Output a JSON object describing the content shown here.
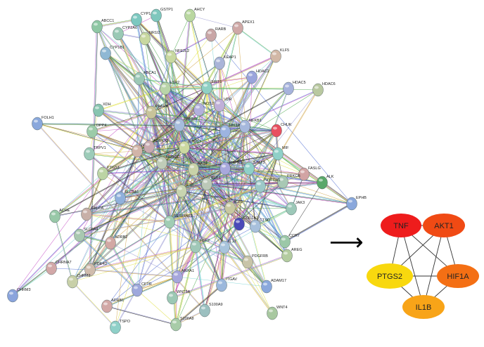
{
  "network": {
    "nodes": [
      {
        "id": "ABCC1",
        "color": "#8fc7a4"
      },
      {
        "id": "CYP1A1",
        "color": "#7cc8c0"
      },
      {
        "id": "GSTP1",
        "color": "#7fc7bd"
      },
      {
        "id": "AHCY",
        "color": "#b9d7a0"
      },
      {
        "id": "CYP2A6",
        "color": "#9ac9b5"
      },
      {
        "id": "NR1I2",
        "color": "#c8d8a0"
      },
      {
        "id": "RARB",
        "color": "#c9a6a6"
      },
      {
        "id": "APEX1",
        "color": "#cfa8a6"
      },
      {
        "id": "KLF5",
        "color": "#d2b8a6"
      },
      {
        "id": "CYP1B1",
        "color": "#8fb8d4"
      },
      {
        "id": "NFE2L2",
        "color": "#c8d8a0"
      },
      {
        "id": "KEAP1",
        "color": "#a9b4d8"
      },
      {
        "id": "ABCA1",
        "color": "#9cc8b6"
      },
      {
        "id": "ESR2",
        "color": "#b9d4a8"
      },
      {
        "id": "HDAC2",
        "color": "#9aa4dc"
      },
      {
        "id": "HDAC6",
        "color": "#b9c8a0"
      },
      {
        "id": "SIRT1",
        "color": "#8fd0c4"
      },
      {
        "id": "HDAC5",
        "color": "#a6b2dc"
      },
      {
        "id": "XDH",
        "color": "#88c4b0"
      },
      {
        "id": "PPARA",
        "color": "#c8c49a"
      },
      {
        "id": "NOS2",
        "color": "#b2b0dc"
      },
      {
        "id": "VDR",
        "color": "#c0b0d8"
      },
      {
        "id": "FOLH1",
        "color": "#8aa8dc"
      },
      {
        "id": "DPP4",
        "color": "#9ccba8"
      },
      {
        "id": "PPARG",
        "color": "#a6bcdc"
      },
      {
        "id": "HIF1A",
        "color": "#9db4e0"
      },
      {
        "id": "NFKB1",
        "color": "#a6b8dc"
      },
      {
        "id": "CHUK",
        "color": "#e85060"
      },
      {
        "id": "TRPV1",
        "color": "#9ccbb8"
      },
      {
        "id": "NOS3",
        "color": "#d2b4a8"
      },
      {
        "id": "ADIPOQ",
        "color": "#c8aab0"
      },
      {
        "id": "PTGS2",
        "color": "#cbd8a0"
      },
      {
        "id": "MIF",
        "color": "#8fd0c8"
      },
      {
        "id": "NR3C1",
        "color": "#c0ccb8"
      },
      {
        "id": "AKT1",
        "color": "#c8d2a8"
      },
      {
        "id": "MAPK1",
        "color": "#a8a8dc"
      },
      {
        "id": "STAT3",
        "color": "#8fd0c8"
      },
      {
        "id": "FASLG",
        "color": "#d2a4a4"
      },
      {
        "id": "PRKCB",
        "color": "#a8c8b4"
      },
      {
        "id": "ALK",
        "color": "#5aa86a"
      },
      {
        "id": "PTGS1",
        "color": "#bcd4a4"
      },
      {
        "id": "SLC2A1",
        "color": "#8fb0dc"
      },
      {
        "id": "IL1B",
        "color": "#c8d4b0"
      },
      {
        "id": "TLR4",
        "color": "#bcc8b8"
      },
      {
        "id": "NOTCH1",
        "color": "#9cc8c8"
      },
      {
        "id": "EPHB",
        "color": "#8aa8dc"
      },
      {
        "id": "ACHE",
        "color": "#98c8a8"
      },
      {
        "id": "CALCA",
        "color": "#c8b0a8"
      },
      {
        "id": "IGF1",
        "color": "#c8c8a0"
      },
      {
        "id": "JAK3",
        "color": "#9cc8b8"
      },
      {
        "id": "SLC6A4",
        "color": "#a8c8b0"
      },
      {
        "id": "ADRB2",
        "color": "#d2a8a4"
      },
      {
        "id": "SERPINE1",
        "color": "#a0ccb4"
      },
      {
        "id": "CTSD",
        "color": "#a8c0dc"
      },
      {
        "id": "COL1A1",
        "color": "#4a4ab8"
      },
      {
        "id": "CCR7",
        "color": "#9cc8a8"
      },
      {
        "id": "CHRNA7",
        "color": "#d2a8a8"
      },
      {
        "id": "FGF2",
        "color": "#a0c8b8"
      },
      {
        "id": "IL13",
        "color": "#a8c4dc"
      },
      {
        "id": "PDGFRB",
        "color": "#c8c4a8"
      },
      {
        "id": "AREG",
        "color": "#b4cca0"
      },
      {
        "id": "PDE4D",
        "color": "#d0bcac"
      },
      {
        "id": "CHRM2",
        "color": "#c8d0a8"
      },
      {
        "id": "ANXA1",
        "color": "#a6a6dc"
      },
      {
        "id": "ITGAV",
        "color": "#9cb8dc"
      },
      {
        "id": "ADAM17",
        "color": "#8aa8dc"
      },
      {
        "id": "CHRM3",
        "color": "#8aa4dc"
      },
      {
        "id": "CFTR",
        "color": "#9ea8dc"
      },
      {
        "id": "ADRB1",
        "color": "#d2a8a6"
      },
      {
        "id": "WNT5A",
        "color": "#9cc8b4"
      },
      {
        "id": "WNT4",
        "color": "#a8c8a0"
      },
      {
        "id": "S100A9",
        "color": "#9cc0c0"
      },
      {
        "id": "TSPO",
        "color": "#8fd0c8"
      },
      {
        "id": "S100A8",
        "color": "#a8cca8"
      }
    ],
    "edge_colors": [
      "#e0e040",
      "#202020",
      "#c040c0",
      "#40a040",
      "#4060d0",
      "#70d0d0",
      "#d0a040",
      "#9090d0"
    ]
  },
  "arrow": {
    "glyph": "⟶"
  },
  "hub_network": {
    "nodes": [
      {
        "id": "TNF",
        "color": "#ee1c1c"
      },
      {
        "id": "AKT1",
        "color": "#f04a14"
      },
      {
        "id": "PTGS2",
        "color": "#f8d80e"
      },
      {
        "id": "HIF1A",
        "color": "#f46f14"
      },
      {
        "id": "IL1B",
        "color": "#f8a418"
      }
    ],
    "edges": [
      [
        "TNF",
        "AKT1"
      ],
      [
        "TNF",
        "PTGS2"
      ],
      [
        "TNF",
        "HIF1A"
      ],
      [
        "TNF",
        "IL1B"
      ],
      [
        "AKT1",
        "PTGS2"
      ],
      [
        "AKT1",
        "HIF1A"
      ],
      [
        "AKT1",
        "IL1B"
      ],
      [
        "PTGS2",
        "HIF1A"
      ],
      [
        "PTGS2",
        "IL1B"
      ],
      [
        "HIF1A",
        "IL1B"
      ]
    ]
  }
}
